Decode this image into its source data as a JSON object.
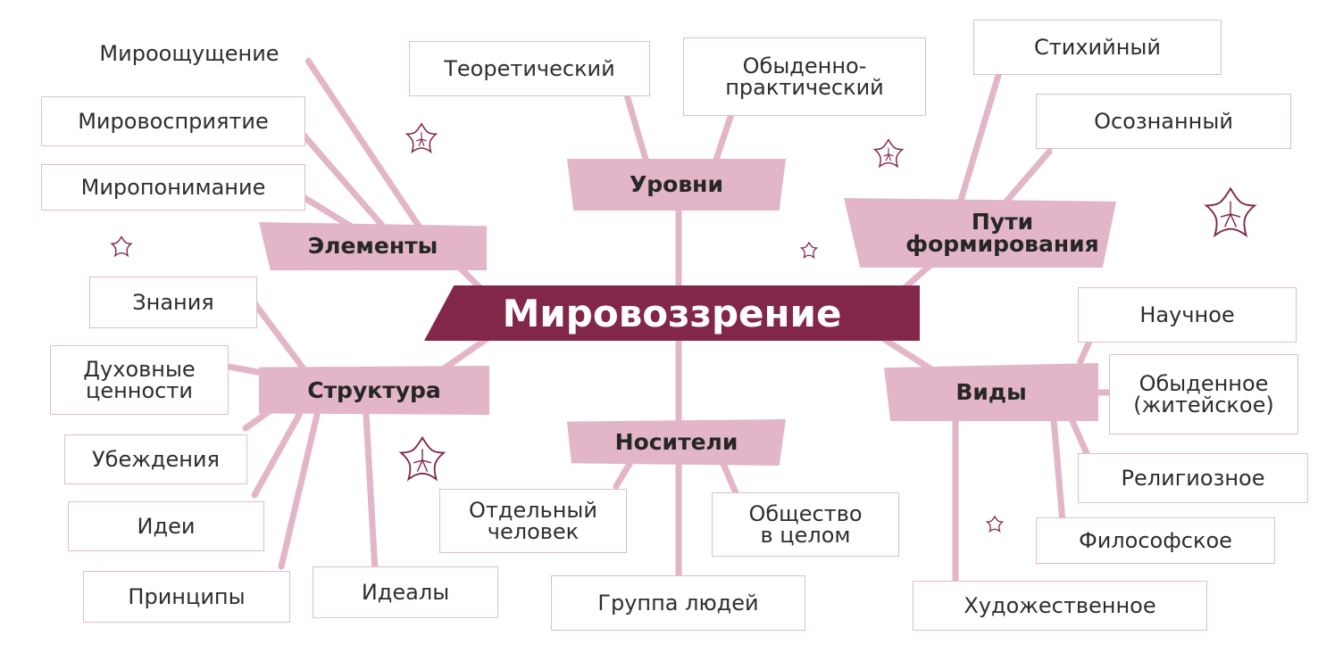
{
  "central": "Мировоззрение",
  "categories": {
    "elements": "Элементы",
    "levels": "Уровни",
    "paths": "Пути\nформирования",
    "structure": "Структура",
    "carriers": "Носители",
    "types": "Виды"
  },
  "elements": [
    "Мироощущение",
    "Мировосприятие",
    "Миропонимание"
  ],
  "levels": [
    "Теоретический",
    "Обыденно-\nпрактический"
  ],
  "paths": [
    "Стихийный",
    "Осознанный"
  ],
  "structure": [
    "Знания",
    "Духовные\nценности",
    "Убеждения",
    "Идеи",
    "Принципы",
    "Идеалы"
  ],
  "carriers": [
    "Отдельный\nчеловек",
    "Общество\nв целом",
    "Группа людей"
  ],
  "types": [
    "Научное",
    "Обыденное\n(житейское)",
    "Религиозное",
    "Философское",
    "Художественное"
  ],
  "colors": {
    "central_fill": "#82264a",
    "category_fill": "#e2b5c8",
    "connector": "#e2b5c8",
    "box_border": "#e0bccb",
    "flower_outline": "#82264a"
  }
}
